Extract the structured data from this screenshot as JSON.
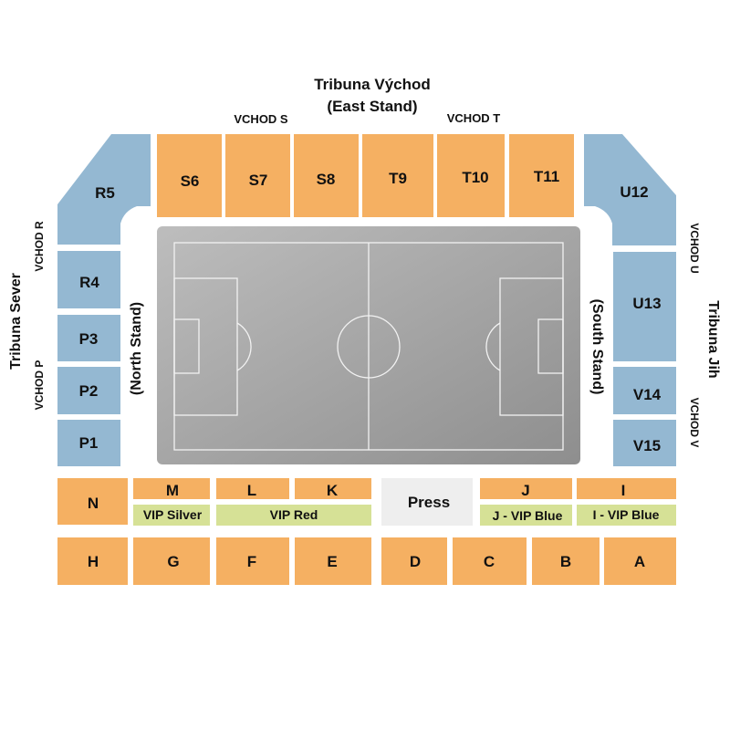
{
  "stands": {
    "east": {
      "title": "Tribuna Východ",
      "subtitle": "(East Stand)"
    },
    "north": {
      "title": "Tribuna Sever",
      "subtitle": "(North Stand)"
    },
    "south": {
      "title": "Tribuna Jih",
      "subtitle": "(South Stand)"
    }
  },
  "entrances": {
    "s": "VCHOD S",
    "t": "VCHOD T",
    "r": "VCHOD R",
    "p": "VCHOD P",
    "u": "VCHOD U",
    "v": "VCHOD V"
  },
  "sections": {
    "r5": "R5",
    "s6": "S6",
    "s7": "S7",
    "s8": "S8",
    "t9": "T9",
    "t10": "T10",
    "t11": "T11",
    "u12": "U12",
    "r4": "R4",
    "p3": "P3",
    "p2": "P2",
    "p1": "P1",
    "u13": "U13",
    "v14": "V14",
    "v15": "V15",
    "n": "N",
    "m": "M",
    "l": "L",
    "k": "K",
    "j": "J",
    "i": "I",
    "vip_silver": "VIP Silver",
    "vip_red": "VIP Red",
    "j_vip_blue": "J - VIP Blue",
    "i_vip_blue": "I - VIP Blue",
    "press": "Press",
    "h": "H",
    "g": "G",
    "f": "F",
    "e": "E",
    "d": "D",
    "c": "C",
    "b": "B",
    "a": "A"
  },
  "colors": {
    "orange": "#f5b062",
    "blue": "#94b8d2",
    "green": "#d6e196",
    "press": "#eeeeee",
    "pitch": "#9a9a9a"
  }
}
